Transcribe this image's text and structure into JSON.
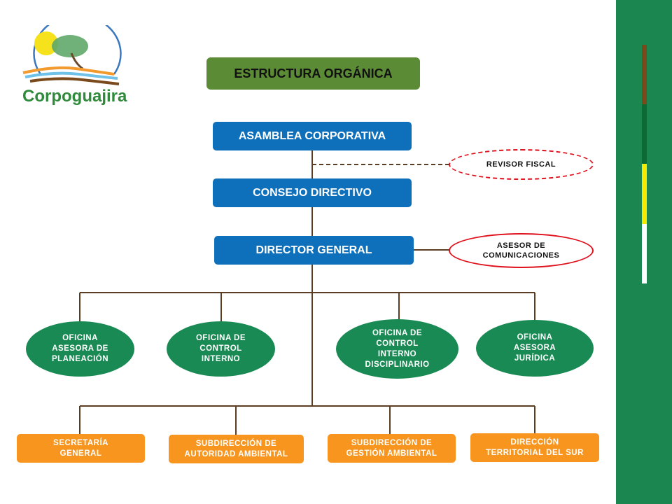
{
  "logo": {
    "name": "Corpoguajira"
  },
  "title": "ESTRUCTURA ORGÁNICA",
  "colors": {
    "sidebar": "#1b8650",
    "stripes": [
      "#7a4a1c",
      "#0d6a32",
      "#f5ea00",
      "#ffffff"
    ],
    "connector": "#5a3d22",
    "governance_box": "#0e6fba",
    "office_ellipse": "#198a53",
    "subdirection_box": "#f7951f",
    "advisor_border": "#e0101d"
  },
  "governance": [
    {
      "label": "ASAMBLEA CORPORATIVA"
    },
    {
      "label": "CONSEJO DIRECTIVO"
    },
    {
      "label": "DIRECTOR GENERAL"
    }
  ],
  "advisors": [
    {
      "label": "REVISOR FISCAL",
      "line": "dashed"
    },
    {
      "label": "ASESOR DE\nCOMUNICACIONES",
      "line": "solid"
    }
  ],
  "offices": [
    {
      "label": "OFICINA\nASESORA DE\nPLANEACIÓN"
    },
    {
      "label": "OFICINA DE\nCONTROL\nINTERNO"
    },
    {
      "label": "OFICINA DE\nCONTROL\nINTERNO\nDISCIPLINARIO"
    },
    {
      "label": "OFICINA\nASESORA\nJURÍDICA"
    }
  ],
  "subdirections": [
    {
      "label": "SECRETARÍA\nGENERAL"
    },
    {
      "label": "SUBDIRECCIÓN DE\nAUTORIDAD AMBIENTAL"
    },
    {
      "label": "SUBDIRECCIÓN DE\nGESTIÓN AMBIENTAL"
    },
    {
      "label": "DIRECCIÓN\nTERRITORIAL DEL SUR"
    }
  ]
}
